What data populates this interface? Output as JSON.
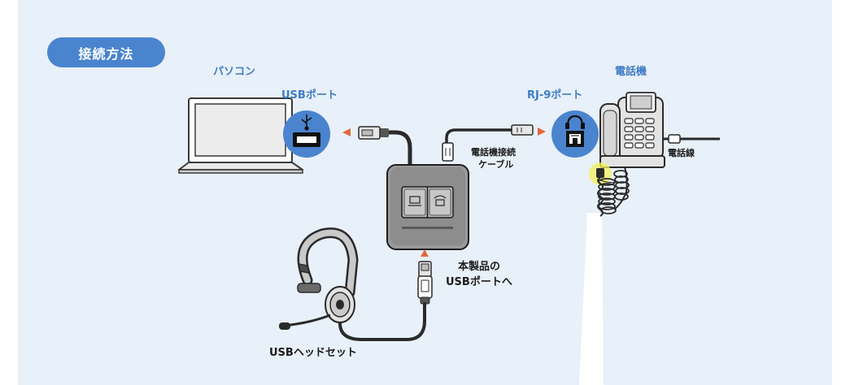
{
  "section_title": "接続方法",
  "pc": {
    "label": "パソコン",
    "port_label": "USBポート"
  },
  "phone": {
    "label": "電話機",
    "port_label": "RJ-9ポート",
    "line_label": "電話線"
  },
  "cable": {
    "label_line1": "電話機接続",
    "label_line2": "ケーブル"
  },
  "product": {
    "usb_line1": "本製品の",
    "usb_line2": "USBポートへ"
  },
  "headset": {
    "label": "USBヘッドセット"
  },
  "colors": {
    "panel_bg": "#e8f0f9",
    "accent_blue": "#4a84cf",
    "arrow_orange": "#e2673d",
    "highlight_yellow": "#f2f25a"
  },
  "icons": [
    "usb-symbol-icon",
    "usb-port-icon",
    "headset-symbol-icon",
    "rj9-port-icon",
    "pc-mode-icon",
    "phone-mode-icon"
  ]
}
